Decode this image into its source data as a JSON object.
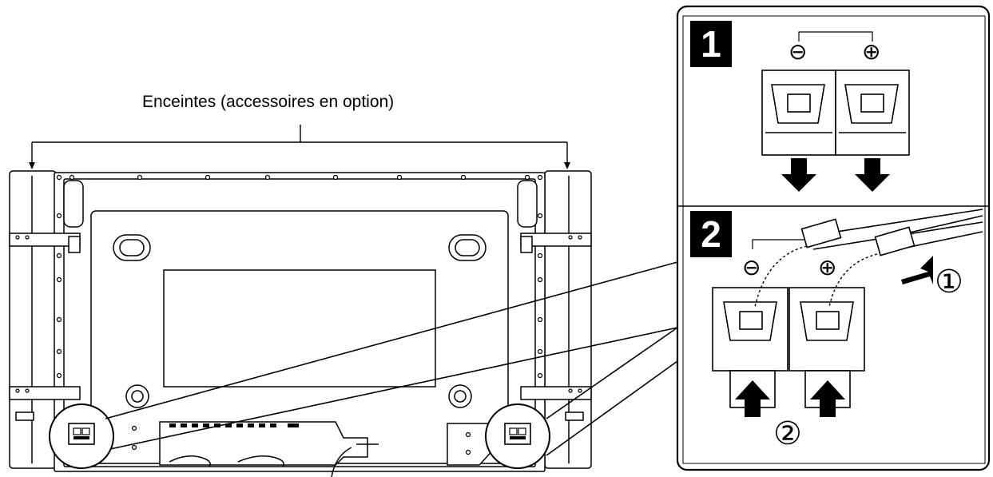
{
  "diagram": {
    "speaker_label": "Enceintes (accessoires en option)",
    "steps": [
      {
        "number": "1"
      },
      {
        "number": "2"
      }
    ],
    "terminal_minus": "⊖",
    "terminal_plus": "⊕",
    "substep_1": "①",
    "substep_2": "②",
    "colors": {
      "ink": "#000000",
      "panel_fill": "#ffffff",
      "badge_fill": "#000000",
      "badge_text": "#ffffff"
    }
  }
}
